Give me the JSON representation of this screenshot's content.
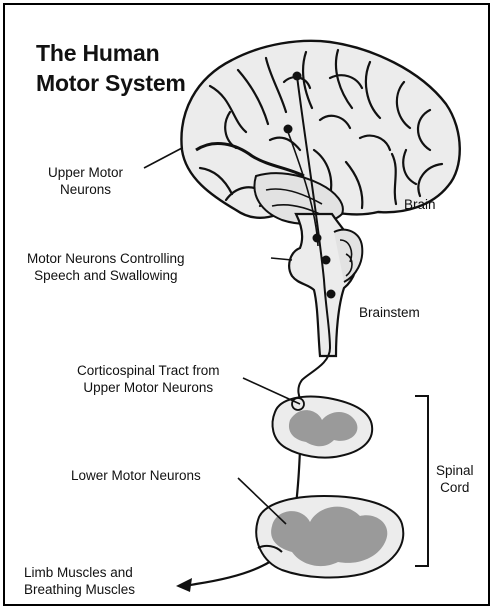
{
  "title": "The Human\nMotor System",
  "labels": {
    "upper_motor_neurons": "Upper Motor\nNeurons",
    "brain": "Brain",
    "speech_neurons": "Motor Neurons Controlling\nSpeech and Swallowing",
    "brainstem": "Brainstem",
    "corticospinal_tract": "Corticospinal Tract from\nUpper Motor Neurons",
    "spinal_cord": "Spinal\nCord",
    "lower_motor_neurons": "Lower Motor Neurons",
    "limb_muscles": "Limb Muscles and\nBreathing Muscles"
  },
  "colors": {
    "ink": "#111111",
    "tissue": "#ebebeb",
    "gray_matter": "#9a9a9a"
  }
}
